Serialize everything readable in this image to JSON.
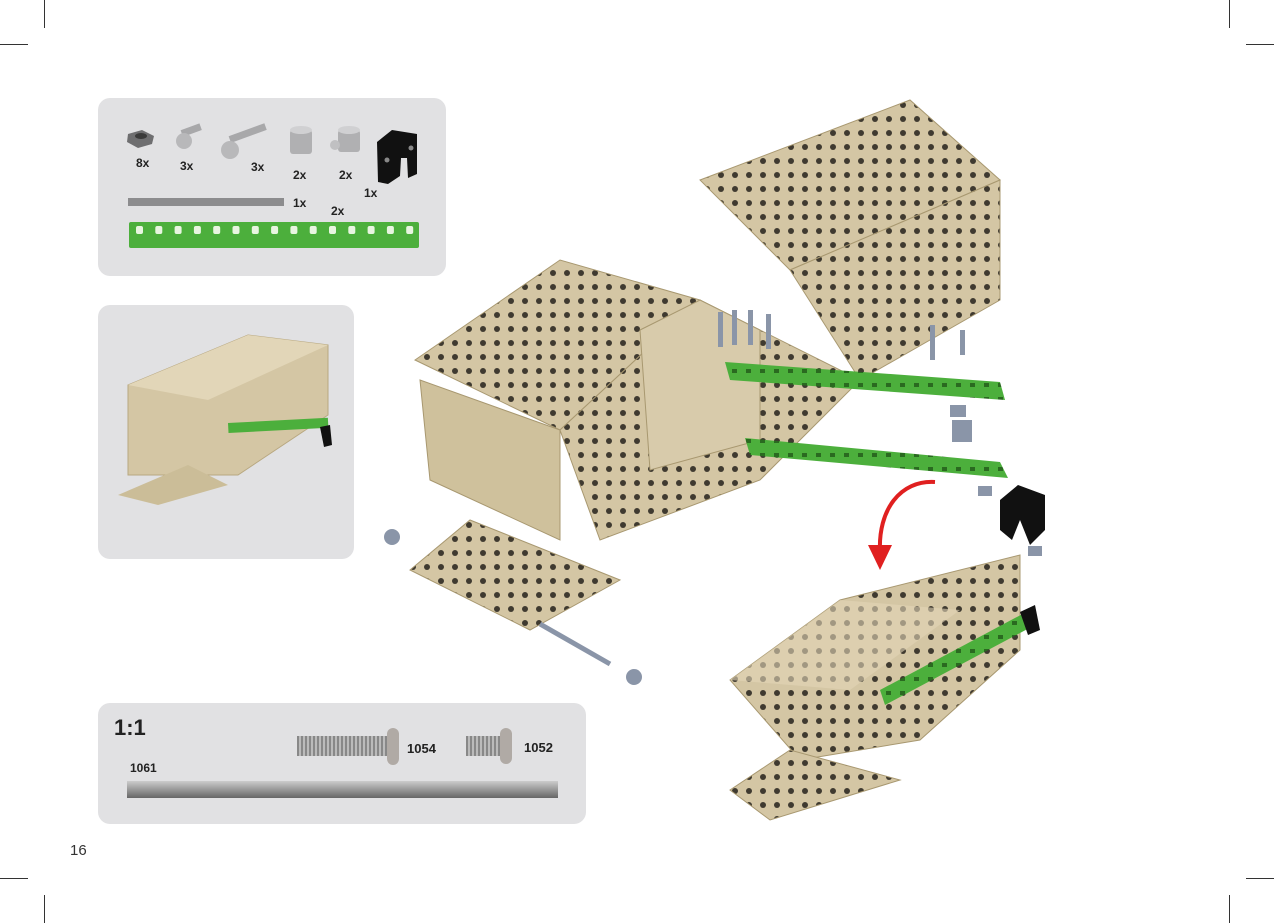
{
  "page_number": "16",
  "parts_panel": {
    "items": [
      {
        "name": "nut",
        "qty": "8x"
      },
      {
        "name": "short-screw",
        "qty": "3x"
      },
      {
        "name": "long-screw",
        "qty": "3x"
      },
      {
        "name": "spacer",
        "qty": "2x"
      },
      {
        "name": "collar-with-screw",
        "qty": "2x"
      },
      {
        "name": "black-bracket",
        "qty": "1x"
      },
      {
        "name": "axle-rod",
        "qty": "1x"
      },
      {
        "name": "green-strip",
        "qty": "2x"
      }
    ]
  },
  "scale_panel": {
    "title": "1:1",
    "parts": [
      {
        "code": "1054"
      },
      {
        "code": "1052"
      },
      {
        "code": "1061"
      }
    ]
  },
  "colors": {
    "panel": "#e1e1e3",
    "model": "#d4c6a4",
    "green": "#4caf3c",
    "arrow": "#e02020"
  }
}
